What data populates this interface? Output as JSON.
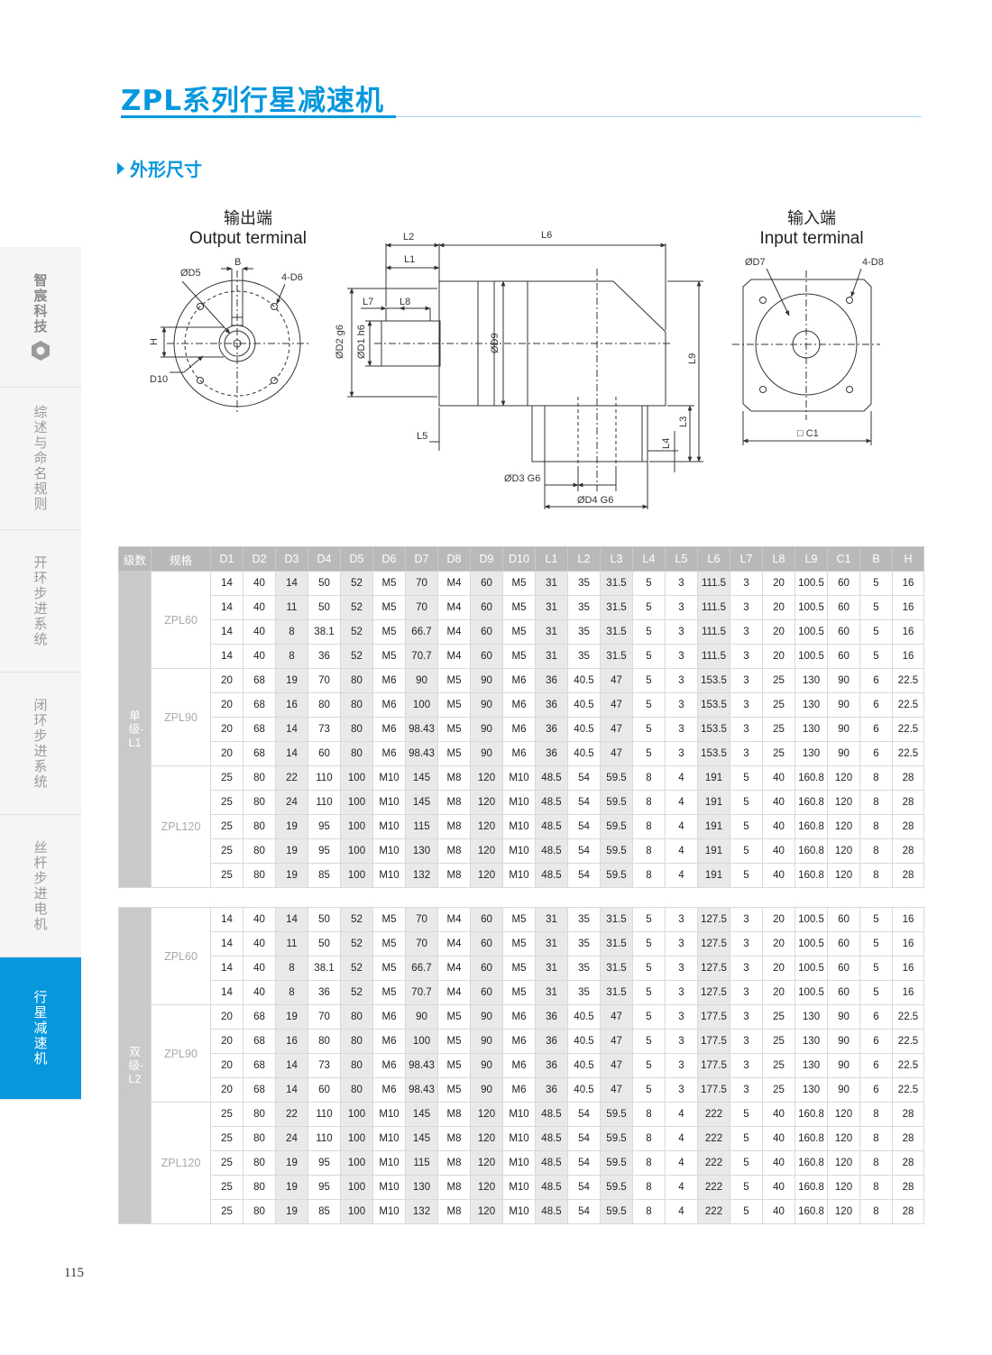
{
  "header": {
    "title": "ZPL系列行星减速机",
    "section": "外形尺寸"
  },
  "sidebar": {
    "logo_text": "智宸科技",
    "items": [
      {
        "label": "综述与命名规则",
        "active": false
      },
      {
        "label": "开环步进系统",
        "active": false
      },
      {
        "label": "闭环步进系统",
        "active": false
      },
      {
        "label": "丝杆步进电机",
        "active": false
      },
      {
        "label": "行星减速机",
        "active": true
      }
    ]
  },
  "drawing": {
    "output_cn": "输出端",
    "output_en": "Output terminal",
    "input_cn": "输入端",
    "input_en": "Input terminal",
    "labels": {
      "d5": "ØD5",
      "b": "B",
      "d6": "4-D6",
      "h": "H",
      "d10": "D10",
      "l2": "L2",
      "l1": "L1",
      "l6": "L6",
      "l7": "L7",
      "l8": "L8",
      "d2": "ØD2 g6",
      "d1": "ØD1 h6",
      "d9": "ØD9",
      "l9": "L9",
      "l3": "L3",
      "l4": "L4",
      "l5": "L5",
      "d3": "ØD3 G6",
      "d4": "ØD4 G6",
      "d7": "ØD7",
      "d8": "4-D8",
      "c1": "□ C1"
    }
  },
  "table": {
    "headers": [
      "级数",
      "规格",
      "D1",
      "D2",
      "D3",
      "D4",
      "D5",
      "D6",
      "D7",
      "D8",
      "D9",
      "D10",
      "L1",
      "L2",
      "L3",
      "L4",
      "L5",
      "L6",
      "L7",
      "L8",
      "L9",
      "C1",
      "B",
      "H"
    ],
    "stages": [
      {
        "label": "单级-L1",
        "groups": [
          {
            "model": "ZPL60",
            "rows": [
              [
                "14",
                "40",
                "14",
                "50",
                "52",
                "M5",
                "70",
                "M4",
                "60",
                "M5",
                "31",
                "35",
                "31.5",
                "5",
                "3",
                "111.5",
                "3",
                "20",
                "100.5",
                "60",
                "5",
                "16"
              ],
              [
                "14",
                "40",
                "11",
                "50",
                "52",
                "M5",
                "70",
                "M4",
                "60",
                "M5",
                "31",
                "35",
                "31.5",
                "5",
                "3",
                "111.5",
                "3",
                "20",
                "100.5",
                "60",
                "5",
                "16"
              ],
              [
                "14",
                "40",
                "8",
                "38.1",
                "52",
                "M5",
                "66.7",
                "M4",
                "60",
                "M5",
                "31",
                "35",
                "31.5",
                "5",
                "3",
                "111.5",
                "3",
                "20",
                "100.5",
                "60",
                "5",
                "16"
              ],
              [
                "14",
                "40",
                "8",
                "36",
                "52",
                "M5",
                "70.7",
                "M4",
                "60",
                "M5",
                "31",
                "35",
                "31.5",
                "5",
                "3",
                "111.5",
                "3",
                "20",
                "100.5",
                "60",
                "5",
                "16"
              ]
            ]
          },
          {
            "model": "ZPL90",
            "rows": [
              [
                "20",
                "68",
                "19",
                "70",
                "80",
                "M6",
                "90",
                "M5",
                "90",
                "M6",
                "36",
                "40.5",
                "47",
                "5",
                "3",
                "153.5",
                "3",
                "25",
                "130",
                "90",
                "6",
                "22.5"
              ],
              [
                "20",
                "68",
                "16",
                "80",
                "80",
                "M6",
                "100",
                "M5",
                "90",
                "M6",
                "36",
                "40.5",
                "47",
                "5",
                "3",
                "153.5",
                "3",
                "25",
                "130",
                "90",
                "6",
                "22.5"
              ],
              [
                "20",
                "68",
                "14",
                "73",
                "80",
                "M6",
                "98.43",
                "M5",
                "90",
                "M6",
                "36",
                "40.5",
                "47",
                "5",
                "3",
                "153.5",
                "3",
                "25",
                "130",
                "90",
                "6",
                "22.5"
              ],
              [
                "20",
                "68",
                "14",
                "60",
                "80",
                "M6",
                "98.43",
                "M5",
                "90",
                "M6",
                "36",
                "40.5",
                "47",
                "5",
                "3",
                "153.5",
                "3",
                "25",
                "130",
                "90",
                "6",
                "22.5"
              ]
            ]
          },
          {
            "model": "ZPL120",
            "rows": [
              [
                "25",
                "80",
                "22",
                "110",
                "100",
                "M10",
                "145",
                "M8",
                "120",
                "M10",
                "48.5",
                "54",
                "59.5",
                "8",
                "4",
                "191",
                "5",
                "40",
                "160.8",
                "120",
                "8",
                "28"
              ],
              [
                "25",
                "80",
                "24",
                "110",
                "100",
                "M10",
                "145",
                "M8",
                "120",
                "M10",
                "48.5",
                "54",
                "59.5",
                "8",
                "4",
                "191",
                "5",
                "40",
                "160.8",
                "120",
                "8",
                "28"
              ],
              [
                "25",
                "80",
                "19",
                "95",
                "100",
                "M10",
                "115",
                "M8",
                "120",
                "M10",
                "48.5",
                "54",
                "59.5",
                "8",
                "4",
                "191",
                "5",
                "40",
                "160.8",
                "120",
                "8",
                "28"
              ],
              [
                "25",
                "80",
                "19",
                "95",
                "100",
                "M10",
                "130",
                "M8",
                "120",
                "M10",
                "48.5",
                "54",
                "59.5",
                "8",
                "4",
                "191",
                "5",
                "40",
                "160.8",
                "120",
                "8",
                "28"
              ],
              [
                "25",
                "80",
                "19",
                "85",
                "100",
                "M10",
                "132",
                "M8",
                "120",
                "M10",
                "48.5",
                "54",
                "59.5",
                "8",
                "4",
                "191",
                "5",
                "40",
                "160.8",
                "120",
                "8",
                "28"
              ]
            ]
          }
        ]
      },
      {
        "label": "双级-L2",
        "groups": [
          {
            "model": "ZPL60",
            "rows": [
              [
                "14",
                "40",
                "14",
                "50",
                "52",
                "M5",
                "70",
                "M4",
                "60",
                "M5",
                "31",
                "35",
                "31.5",
                "5",
                "3",
                "127.5",
                "3",
                "20",
                "100.5",
                "60",
                "5",
                "16"
              ],
              [
                "14",
                "40",
                "11",
                "50",
                "52",
                "M5",
                "70",
                "M4",
                "60",
                "M5",
                "31",
                "35",
                "31.5",
                "5",
                "3",
                "127.5",
                "3",
                "20",
                "100.5",
                "60",
                "5",
                "16"
              ],
              [
                "14",
                "40",
                "8",
                "38.1",
                "52",
                "M5",
                "66.7",
                "M4",
                "60",
                "M5",
                "31",
                "35",
                "31.5",
                "5",
                "3",
                "127.5",
                "3",
                "20",
                "100.5",
                "60",
                "5",
                "16"
              ],
              [
                "14",
                "40",
                "8",
                "36",
                "52",
                "M5",
                "70.7",
                "M4",
                "60",
                "M5",
                "31",
                "35",
                "31.5",
                "5",
                "3",
                "127.5",
                "3",
                "20",
                "100.5",
                "60",
                "5",
                "16"
              ]
            ]
          },
          {
            "model": "ZPL90",
            "rows": [
              [
                "20",
                "68",
                "19",
                "70",
                "80",
                "M6",
                "90",
                "M5",
                "90",
                "M6",
                "36",
                "40.5",
                "47",
                "5",
                "3",
                "177.5",
                "3",
                "25",
                "130",
                "90",
                "6",
                "22.5"
              ],
              [
                "20",
                "68",
                "16",
                "80",
                "80",
                "M6",
                "100",
                "M5",
                "90",
                "M6",
                "36",
                "40.5",
                "47",
                "5",
                "3",
                "177.5",
                "3",
                "25",
                "130",
                "90",
                "6",
                "22.5"
              ],
              [
                "20",
                "68",
                "14",
                "73",
                "80",
                "M6",
                "98.43",
                "M5",
                "90",
                "M6",
                "36",
                "40.5",
                "47",
                "5",
                "3",
                "177.5",
                "3",
                "25",
                "130",
                "90",
                "6",
                "22.5"
              ],
              [
                "20",
                "68",
                "14",
                "60",
                "80",
                "M6",
                "98.43",
                "M5",
                "90",
                "M6",
                "36",
                "40.5",
                "47",
                "5",
                "3",
                "177.5",
                "3",
                "25",
                "130",
                "90",
                "6",
                "22.5"
              ]
            ]
          },
          {
            "model": "ZPL120",
            "rows": [
              [
                "25",
                "80",
                "22",
                "110",
                "100",
                "M10",
                "145",
                "M8",
                "120",
                "M10",
                "48.5",
                "54",
                "59.5",
                "8",
                "4",
                "222",
                "5",
                "40",
                "160.8",
                "120",
                "8",
                "28"
              ],
              [
                "25",
                "80",
                "24",
                "110",
                "100",
                "M10",
                "145",
                "M8",
                "120",
                "M10",
                "48.5",
                "54",
                "59.5",
                "8",
                "4",
                "222",
                "5",
                "40",
                "160.8",
                "120",
                "8",
                "28"
              ],
              [
                "25",
                "80",
                "19",
                "95",
                "100",
                "M10",
                "115",
                "M8",
                "120",
                "M10",
                "48.5",
                "54",
                "59.5",
                "8",
                "4",
                "222",
                "5",
                "40",
                "160.8",
                "120",
                "8",
                "28"
              ],
              [
                "25",
                "80",
                "19",
                "95",
                "100",
                "M10",
                "130",
                "M8",
                "120",
                "M10",
                "48.5",
                "54",
                "59.5",
                "8",
                "4",
                "222",
                "5",
                "40",
                "160.8",
                "120",
                "8",
                "28"
              ],
              [
                "25",
                "80",
                "19",
                "85",
                "100",
                "M10",
                "132",
                "M8",
                "120",
                "M10",
                "48.5",
                "54",
                "59.5",
                "8",
                "4",
                "222",
                "5",
                "40",
                "160.8",
                "120",
                "8",
                "28"
              ]
            ]
          }
        ]
      }
    ]
  },
  "page_number": "115",
  "colors": {
    "accent": "#0797dd",
    "header_bg": "#b9b9b9",
    "stage_bg": "#c9c9c9",
    "shade": "#e9e9e9",
    "sidebar_bg": "#f5f5f5"
  }
}
